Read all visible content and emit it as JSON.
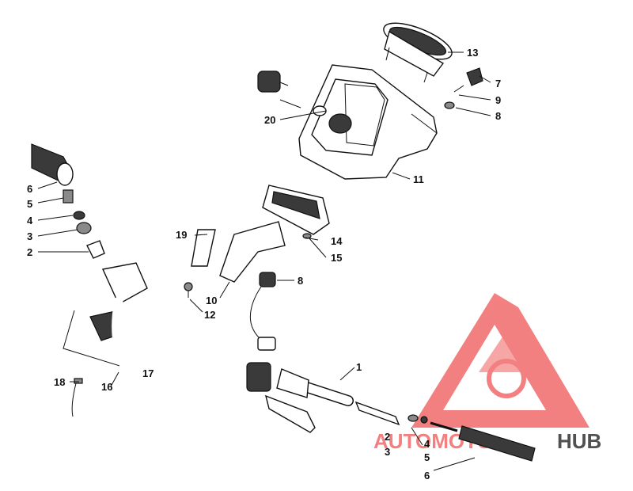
{
  "callouts": {
    "c1": "1",
    "c2a": "2",
    "c2b": "2",
    "c3a": "3",
    "c3b": "3",
    "c4a": "4",
    "c4b": "4",
    "c5a": "5",
    "c5b": "5",
    "c6a": "6",
    "c6b": "6",
    "c7": "7",
    "c8a": "8",
    "c8b": "8",
    "c9": "9",
    "c10": "10",
    "c11": "11",
    "c12": "12",
    "c13": "13",
    "c14": "14",
    "c15": "15",
    "c16": "16",
    "c17": "17",
    "c18": "18",
    "c19": "19",
    "c20": "20"
  },
  "watermark": {
    "text_auto": "AUTOMOTO",
    "text_hub": "HUB",
    "color_primary": "#f26b6b",
    "color_secondary": "#333333"
  }
}
